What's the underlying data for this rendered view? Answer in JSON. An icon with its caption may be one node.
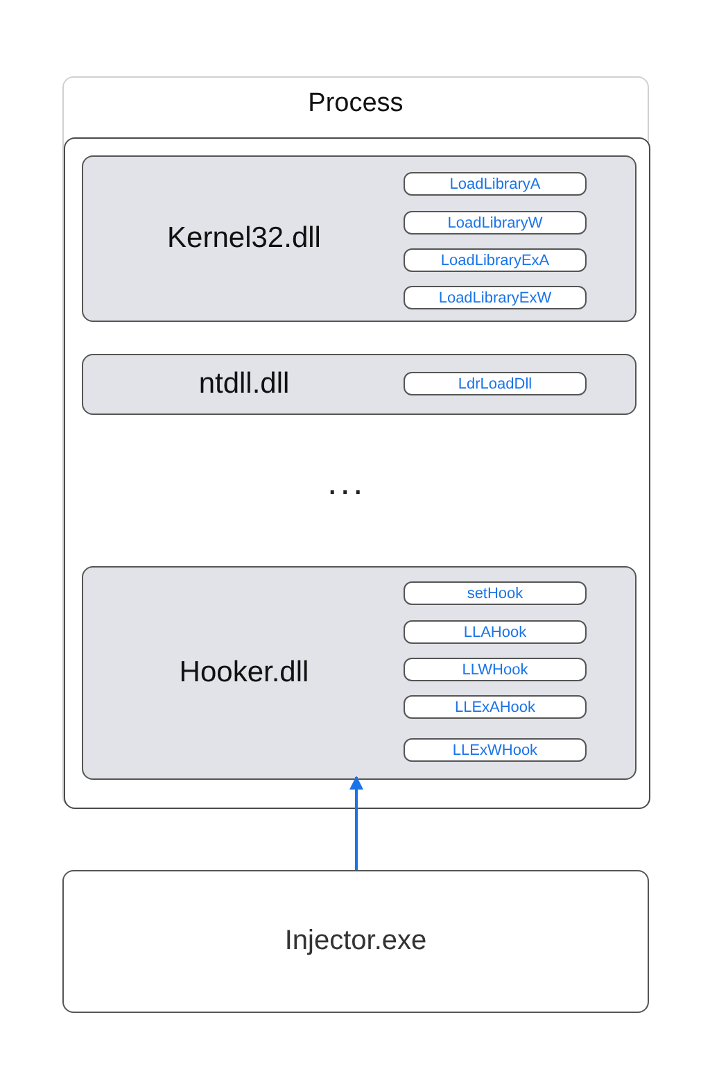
{
  "diagram": {
    "nodes": [
      {
        "text": [
          "Process"
        ]
      },
      {
        "text": [],
        "shape": "box",
        "in": 0
      },
      {
        "text": [
          "Kernel32.dll"
        ],
        "in": 1
      },
      {
        "text": [
          "LoadLibraryA"
        ],
        "in": 2
      },
      {
        "text": [
          "LoadLibraryW"
        ],
        "in": 2
      },
      {
        "text": [
          "LoadLibraryExA"
        ],
        "in": 2
      },
      {
        "text": [
          "LoadLibraryExW"
        ],
        "in": 2
      },
      {
        "text": [
          "ntdll.dll"
        ],
        "in": 1
      },
      {
        "text": [
          "LdrLoadDll"
        ],
        "in": 7
      },
      {
        "text": [
          "Hooker.dll"
        ],
        "in": 1
      },
      {
        "text": [
          "setHook"
        ],
        "in": 9
      },
      {
        "text": [
          "LLAHook"
        ],
        "in": 9
      },
      {
        "text": [
          "LLWHook"
        ],
        "in": 9
      },
      {
        "text": [
          "LLExAHook"
        ],
        "in": 9
      },
      {
        "text": [
          "LLExWHook"
        ],
        "in": 9
      },
      {
        "text": [
          "Injector.exe"
        ]
      }
    ],
    "edges": [
      {
        "from": 15,
        "to": 9,
        "arrow": "to"
      }
    ],
    "labels": [
      "..."
    ]
  }
}
